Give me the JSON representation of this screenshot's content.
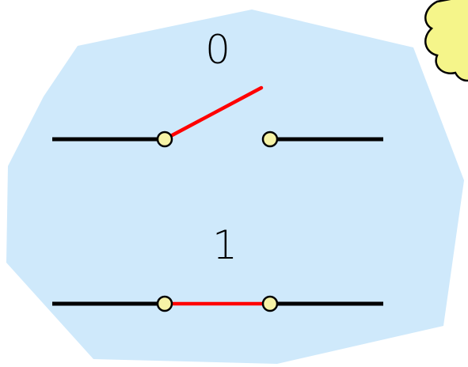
{
  "labels": {
    "off_state": "0",
    "on_state": "1"
  },
  "colors": {
    "panel_fill": "#cfe9fb",
    "wire": "#000000",
    "contact_fill": "#f6f3a6",
    "contact_stroke": "#000000",
    "switch_lever": "#ff0000",
    "cloud_fill": "#f5f58a",
    "cloud_stroke": "#000000"
  },
  "icons": {
    "panel": "octagon-shape",
    "cloud": "cloud-shape",
    "off_switch": "open-switch-icon",
    "on_switch": "closed-switch-icon"
  },
  "switches": [
    {
      "state": "off",
      "closed": false
    },
    {
      "state": "on",
      "closed": true
    }
  ]
}
